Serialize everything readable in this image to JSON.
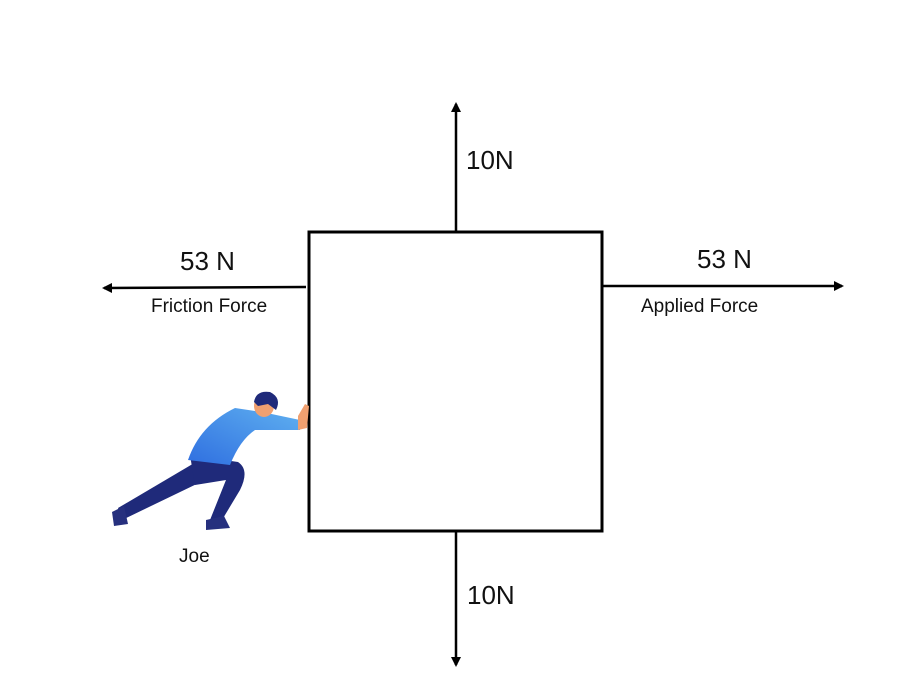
{
  "forces": {
    "up": {
      "magnitude": "10N"
    },
    "down": {
      "magnitude": "10N"
    },
    "left": {
      "magnitude": "53 N",
      "name": "Friction Force"
    },
    "right": {
      "magnitude": "53 N",
      "name": "Applied Force"
    }
  },
  "person": {
    "name": "Joe"
  },
  "colors": {
    "line": "#000000",
    "shirt": "#3f8fe8",
    "pants": "#1f2a7a",
    "skin": "#f0a070"
  }
}
